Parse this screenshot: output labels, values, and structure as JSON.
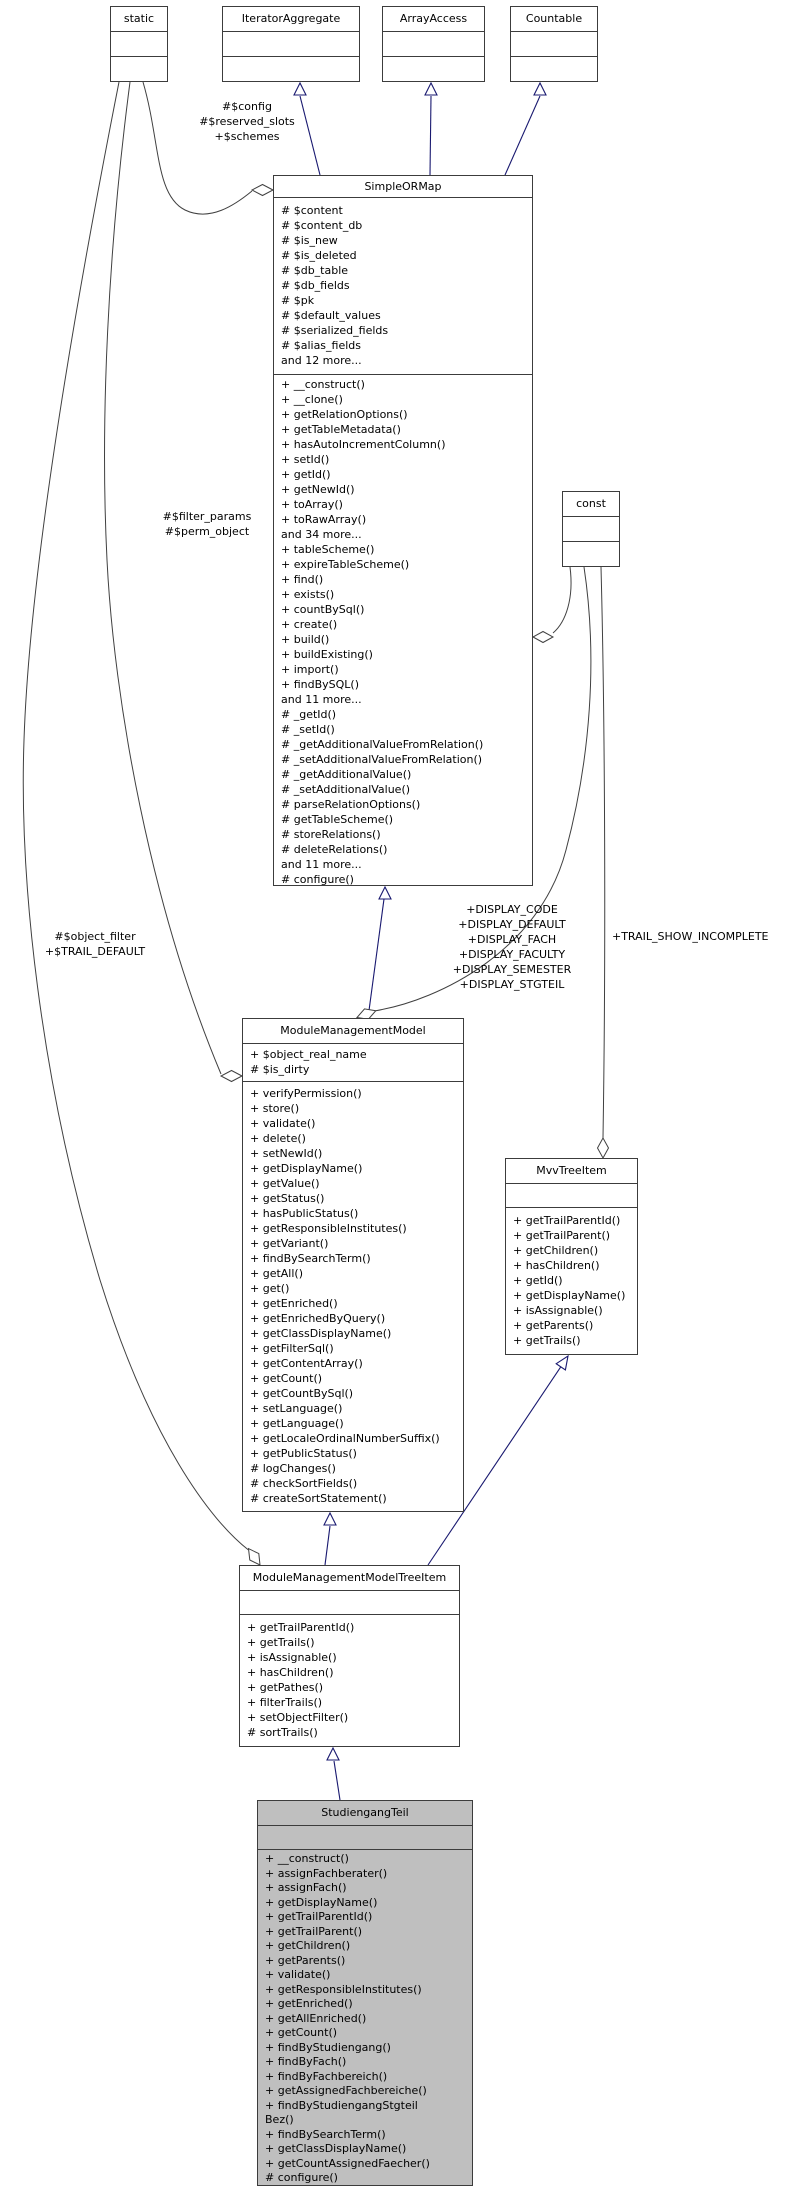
{
  "diagram": {
    "type": "uml-collaboration-diagram",
    "colors": {
      "inheritance_edge": "#191970",
      "usage_edge": "#404040",
      "box_border": "#3c3c3c",
      "highlight_fill": "#bfbfbf"
    },
    "classes": {
      "static": {
        "title": "static"
      },
      "iterator_aggregate": {
        "title": "IteratorAggregate"
      },
      "array_access": {
        "title": "ArrayAccess"
      },
      "countable": {
        "title": "Countable"
      },
      "const": {
        "title": "const"
      },
      "simple_or_map": {
        "title": "SimpleORMap",
        "attributes": [
          "# $content",
          "# $content_db",
          "# $is_new",
          "# $is_deleted",
          "# $db_table",
          "# $db_fields",
          "# $pk",
          "# $default_values",
          "# $serialized_fields",
          "# $alias_fields",
          "and 12 more..."
        ],
        "methods": [
          "+ __construct()",
          "+ __clone()",
          "+ getRelationOptions()",
          "+ getTableMetadata()",
          "+ hasAutoIncrementColumn()",
          "+ setId()",
          "+ getId()",
          "+ getNewId()",
          "+ toArray()",
          "+ toRawArray()",
          "and 34 more...",
          "+ tableScheme()",
          "+ expireTableScheme()",
          "+ find()",
          "+ exists()",
          "+ countBySql()",
          "+ create()",
          "+ build()",
          "+ buildExisting()",
          "+ import()",
          "+ findBySQL()",
          "and 11 more...",
          "# _getId()",
          "# _setId()",
          "# _getAdditionalValueFromRelation()",
          "# _setAdditionalValueFromRelation()",
          "# _getAdditionalValue()",
          "# _setAdditionalValue()",
          "# parseRelationOptions()",
          "# getTableScheme()",
          "# storeRelations()",
          "# deleteRelations()",
          "and 11 more...",
          "# configure()"
        ]
      },
      "module_management_model": {
        "title": "ModuleManagementModel",
        "attributes": [
          "+ $object_real_name",
          "# $is_dirty"
        ],
        "methods": [
          "+ verifyPermission()",
          "+ store()",
          "+ validate()",
          "+ delete()",
          "+ setNewId()",
          "+ getDisplayName()",
          "+ getValue()",
          "+ getStatus()",
          "+ hasPublicStatus()",
          "+ getResponsibleInstitutes()",
          "+ getVariant()",
          "+ findBySearchTerm()",
          "+ getAll()",
          "+ get()",
          "+ getEnriched()",
          "+ getEnrichedByQuery()",
          "+ getClassDisplayName()",
          "+ getFilterSql()",
          "+ getContentArray()",
          "+ getCount()",
          "+ getCountBySql()",
          "+ setLanguage()",
          "+ getLanguage()",
          "+ getLocaleOrdinalNumberSuffix()",
          "+ getPublicStatus()",
          "# logChanges()",
          "# checkSortFields()",
          "# createSortStatement()"
        ]
      },
      "mvv_tree_item": {
        "title": "MvvTreeItem",
        "methods": [
          "+ getTrailParentId()",
          "+ getTrailParent()",
          "+ getChildren()",
          "+ hasChildren()",
          "+ getId()",
          "+ getDisplayName()",
          "+ isAssignable()",
          "+ getParents()",
          "+ getTrails()"
        ]
      },
      "module_management_model_tree_item": {
        "title": "ModuleManagementModelTreeItem",
        "methods": [
          "+ getTrailParentId()",
          "+ getTrails()",
          "+ isAssignable()",
          "+ hasChildren()",
          "+ getPathes()",
          "+ filterTrails()",
          "+ setObjectFilter()",
          "# sortTrails()"
        ]
      },
      "studiengang_teil": {
        "title": "StudiengangTeil",
        "methods": [
          "+ __construct()",
          "+ assignFachberater()",
          "+ assignFach()",
          "+ getDisplayName()",
          "+ getTrailParentId()",
          "+ getTrailParent()",
          "+ getChildren()",
          "+ getParents()",
          "+ validate()",
          "+ getResponsibleInstitutes()",
          "+ getEnriched()",
          "+ getAllEnriched()",
          "+ getCount()",
          "+ findByStudiengang()",
          "+ findByFach()",
          "+ findByFachbereich()",
          "+ getAssignedFachbereiche()",
          "+ findByStudiengangStgteil",
          "Bez()",
          "+ findBySearchTerm()",
          "+ getClassDisplayName()",
          "+ getCountAssignedFaecher()",
          "# configure()"
        ]
      }
    },
    "edge_labels": {
      "static_to_simpleormap": [
        "#$config",
        "#$reserved_slots",
        "+$schemes"
      ],
      "static_to_modulemanagementmodel": [
        "#$filter_params",
        "#$perm_object"
      ],
      "static_to_treeitem": [
        "#$object_filter",
        "+$TRAIL_DEFAULT"
      ],
      "const_to_modulemanagementmodel": [
        "+DISPLAY_CODE",
        "+DISPLAY_DEFAULT",
        "+DISPLAY_FACH",
        "+DISPLAY_FACULTY",
        "+DISPLAY_SEMESTER",
        "+DISPLAY_STGTEIL"
      ],
      "const_to_mvvtreeitem": [
        "+TRAIL_SHOW_INCOMPLETE"
      ]
    }
  }
}
